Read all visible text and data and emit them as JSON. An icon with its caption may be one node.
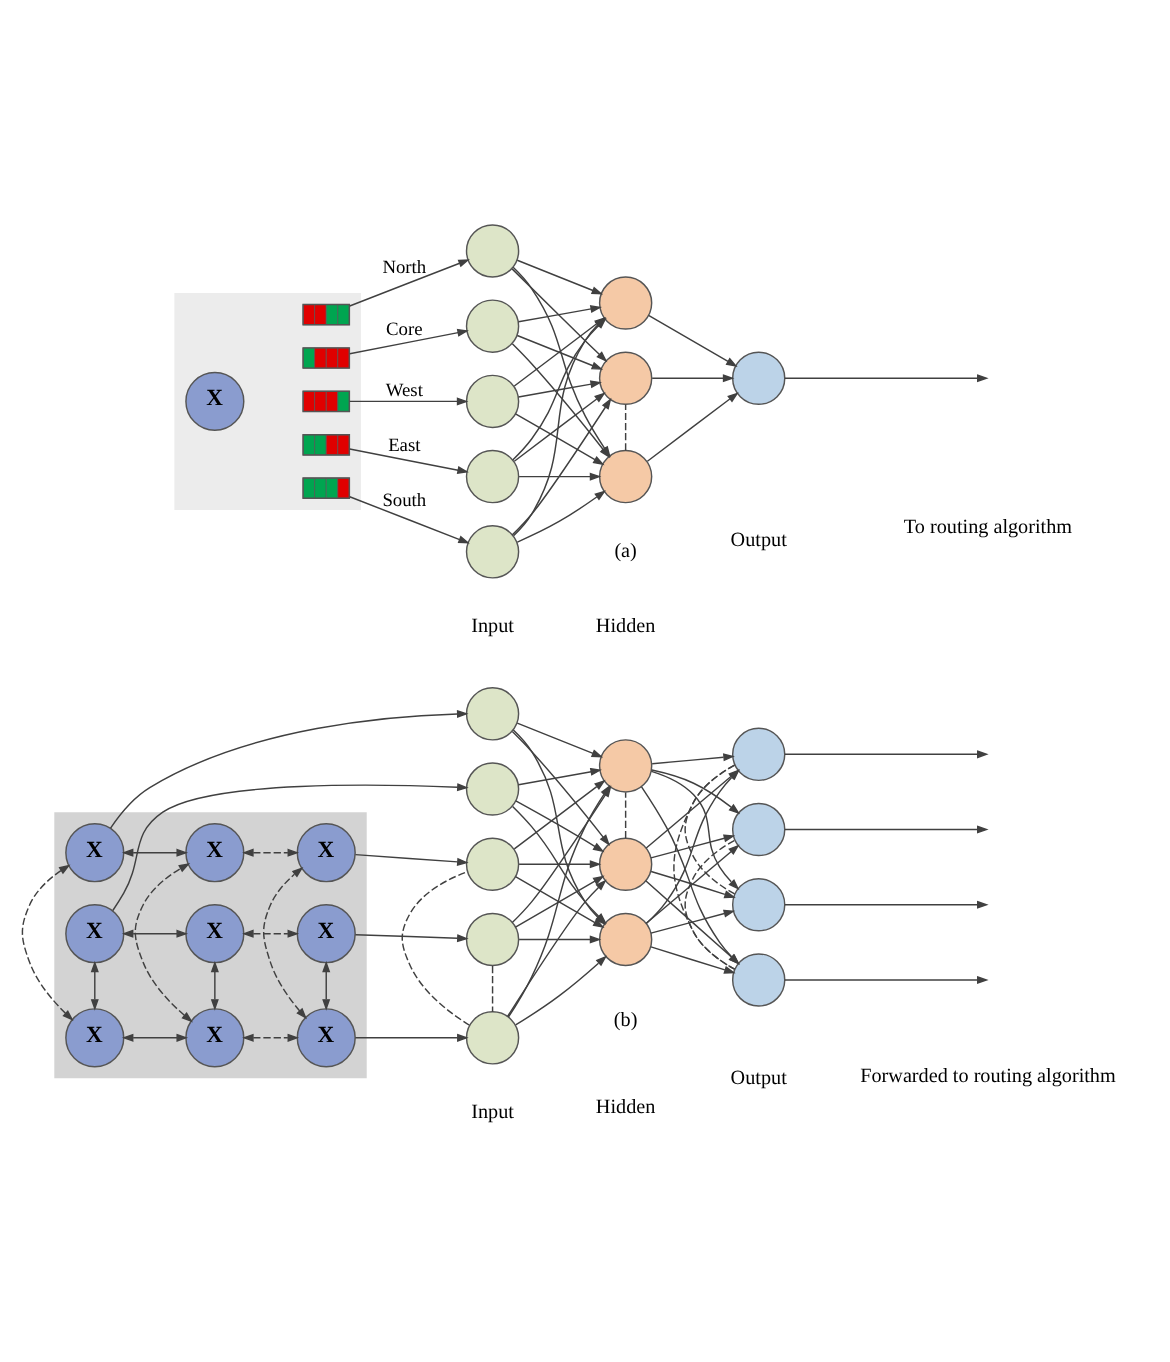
{
  "diagram": {
    "nodes": [
      {
        "text": [],
        "shape": "box"
      },
      {
        "text": [
          "X"
        ],
        "in": 0
      },
      {
        "text": [],
        "shape": "bar",
        "in": 0
      },
      {
        "text": [],
        "shape": "bar",
        "in": 0
      },
      {
        "text": [],
        "shape": "bar",
        "in": 0
      },
      {
        "text": [],
        "shape": "bar",
        "in": 0
      },
      {
        "text": [],
        "shape": "bar",
        "in": 0
      },
      {
        "text": [],
        "shape": "circle"
      },
      {
        "text": [],
        "shape": "circle"
      },
      {
        "text": [],
        "shape": "circle"
      },
      {
        "text": [],
        "shape": "circle"
      },
      {
        "text": [],
        "shape": "circle"
      },
      {
        "text": [],
        "shape": "circle"
      },
      {
        "text": [],
        "shape": "circle"
      },
      {
        "text": [],
        "shape": "circle"
      },
      {
        "text": [],
        "shape": "circle"
      },
      {
        "text": [],
        "shape": "box"
      },
      {
        "text": [
          "X"
        ],
        "in": 16
      },
      {
        "text": [
          "X"
        ],
        "in": 16
      },
      {
        "text": [
          "X"
        ],
        "in": 16
      },
      {
        "text": [
          "X"
        ],
        "in": 16
      },
      {
        "text": [
          "X"
        ],
        "in": 16
      },
      {
        "text": [
          "X"
        ],
        "in": 16
      },
      {
        "text": [
          "X"
        ],
        "in": 16
      },
      {
        "text": [
          "X"
        ],
        "in": 16
      },
      {
        "text": [
          "X"
        ],
        "in": 16
      },
      {
        "text": [],
        "shape": "circle"
      },
      {
        "text": [],
        "shape": "circle"
      },
      {
        "text": [],
        "shape": "circle"
      },
      {
        "text": [],
        "shape": "circle"
      },
      {
        "text": [],
        "shape": "circle"
      },
      {
        "text": [],
        "shape": "circle"
      },
      {
        "text": [],
        "shape": "circle"
      },
      {
        "text": [],
        "shape": "circle"
      },
      {
        "text": [],
        "shape": "circle"
      },
      {
        "text": [],
        "shape": "circle"
      },
      {
        "text": [],
        "shape": "circle"
      },
      {
        "text": [],
        "shape": "circle"
      }
    ],
    "edges": [
      {
        "from": 2,
        "to": 7,
        "arrow": "to",
        "label": "North"
      },
      {
        "from": 3,
        "to": 8,
        "arrow": "to",
        "label": "Core"
      },
      {
        "from": 5,
        "to": 9,
        "arrow": "to",
        "label": "East"
      },
      {
        "from": 6,
        "to": 10,
        "arrow": "to",
        "label": "South"
      },
      {
        "from": 4,
        "to": 11,
        "arrow": "to",
        "label": "West"
      },
      {
        "from": 7,
        "to": 12,
        "arrow": "to"
      },
      {
        "from": 7,
        "to": 13,
        "arrow": "to"
      },
      {
        "from": 7,
        "to": 14,
        "arrow": "to"
      },
      {
        "from": 8,
        "to": 12,
        "arrow": "to"
      },
      {
        "from": 8,
        "to": 13,
        "arrow": "to"
      },
      {
        "from": 8,
        "to": 14,
        "arrow": "to"
      },
      {
        "from": 9,
        "to": 12,
        "arrow": "to"
      },
      {
        "from": 9,
        "to": 13,
        "arrow": "to"
      },
      {
        "from": 9,
        "to": 14,
        "arrow": "to"
      },
      {
        "from": 10,
        "to": 12,
        "arrow": "to"
      },
      {
        "from": 10,
        "to": 13,
        "arrow": "to"
      },
      {
        "from": 10,
        "to": 14,
        "arrow": "to"
      },
      {
        "from": 11,
        "to": 12,
        "arrow": "to"
      },
      {
        "from": 11,
        "to": 13,
        "arrow": "to"
      },
      {
        "from": 11,
        "to": 14,
        "arrow": "to"
      },
      {
        "from": 12,
        "to": 15,
        "arrow": "to"
      },
      {
        "from": 13,
        "to": 15,
        "arrow": "to"
      },
      {
        "from": 14,
        "to": 15,
        "arrow": "to"
      },
      {
        "from": 15,
        "to": null,
        "arrow": "to"
      },
      {
        "from": 13,
        "to": 14,
        "arrow": "none",
        "style": "dashed"
      },
      {
        "from": 17,
        "to": 18,
        "arrow": "both"
      },
      {
        "from": 18,
        "to": 19,
        "arrow": "both",
        "style": "dashed"
      },
      {
        "from": 20,
        "to": 21,
        "arrow": "both"
      },
      {
        "from": 21,
        "to": 22,
        "arrow": "both",
        "style": "dashed"
      },
      {
        "from": 23,
        "to": 24,
        "arrow": "both"
      },
      {
        "from": 24,
        "to": 25,
        "arrow": "both",
        "style": "dashed"
      },
      {
        "from": 17,
        "to": 20,
        "arrow": "both"
      },
      {
        "from": 20,
        "to": 23,
        "arrow": "both",
        "style": "dashed"
      },
      {
        "from": 18,
        "to": 21,
        "arrow": "both"
      },
      {
        "from": 21,
        "to": 24,
        "arrow": "both",
        "style": "dashed"
      },
      {
        "from": 19,
        "to": 22,
        "arrow": "both"
      },
      {
        "from": 22,
        "to": 25,
        "arrow": "both",
        "style": "dashed"
      },
      {
        "from": 17,
        "to": 26,
        "arrow": "to"
      },
      {
        "from": 19,
        "to": 27,
        "arrow": "to"
      },
      {
        "from": 22,
        "to": 28,
        "arrow": "to"
      },
      {
        "from": 25,
        "to": 29,
        "arrow": "to"
      },
      {
        "from": 23,
        "to": 30,
        "arrow": "to"
      },
      {
        "from": 26,
        "to": 31,
        "arrow": "to"
      },
      {
        "from": 26,
        "to": 32,
        "arrow": "to"
      },
      {
        "from": 26,
        "to": 33,
        "arrow": "to"
      },
      {
        "from": 27,
        "to": 31,
        "arrow": "to"
      },
      {
        "from": 27,
        "to": 32,
        "arrow": "to"
      },
      {
        "from": 27,
        "to": 33,
        "arrow": "to"
      },
      {
        "from": 28,
        "to": 31,
        "arrow": "to"
      },
      {
        "from": 28,
        "to": 32,
        "arrow": "to"
      },
      {
        "from": 28,
        "to": 33,
        "arrow": "to"
      },
      {
        "from": 29,
        "to": 31,
        "arrow": "to"
      },
      {
        "from": 29,
        "to": 32,
        "arrow": "to"
      },
      {
        "from": 29,
        "to": 33,
        "arrow": "to"
      },
      {
        "from": 30,
        "to": 31,
        "arrow": "to"
      },
      {
        "from": 30,
        "to": 32,
        "arrow": "to"
      },
      {
        "from": 30,
        "to": 33,
        "arrow": "to"
      },
      {
        "from": 31,
        "to": 34,
        "arrow": "to"
      },
      {
        "from": 31,
        "to": 35,
        "arrow": "to"
      },
      {
        "from": 31,
        "to": 36,
        "arrow": "to"
      },
      {
        "from": 31,
        "to": 37,
        "arrow": "to"
      },
      {
        "from": 32,
        "to": 34,
        "arrow": "to"
      },
      {
        "from": 32,
        "to": 35,
        "arrow": "to"
      },
      {
        "from": 32,
        "to": 36,
        "arrow": "to"
      },
      {
        "from": 32,
        "to": 37,
        "arrow": "to"
      },
      {
        "from": 33,
        "to": 34,
        "arrow": "to"
      },
      {
        "from": 33,
        "to": 35,
        "arrow": "to"
      },
      {
        "from": 33,
        "to": 36,
        "arrow": "to"
      },
      {
        "from": 33,
        "to": 37,
        "arrow": "to"
      },
      {
        "from": 34,
        "to": null,
        "arrow": "to"
      },
      {
        "from": 35,
        "to": null,
        "arrow": "to"
      },
      {
        "from": 36,
        "to": null,
        "arrow": "to"
      },
      {
        "from": 37,
        "to": null,
        "arrow": "to"
      },
      {
        "from": 27,
        "to": 28,
        "arrow": "none",
        "style": "dashed"
      },
      {
        "from": 28,
        "to": 29,
        "arrow": "none",
        "style": "dashed"
      },
      {
        "from": 32,
        "to": 33,
        "arrow": "none",
        "style": "dashed"
      },
      {
        "from": 34,
        "to": 35,
        "arrow": "none",
        "style": "dashed"
      },
      {
        "from": 35,
        "to": 36,
        "arrow": "none",
        "style": "dashed"
      },
      {
        "from": 36,
        "to": 37,
        "arrow": "none",
        "style": "dashed"
      }
    ],
    "labels": [
      "Input",
      "Hidden",
      "Output",
      "To routing algorithm",
      "(a)",
      "Input",
      "Hidden",
      "Output",
      "Forwarded to routing algorithm",
      "(b)"
    ]
  }
}
